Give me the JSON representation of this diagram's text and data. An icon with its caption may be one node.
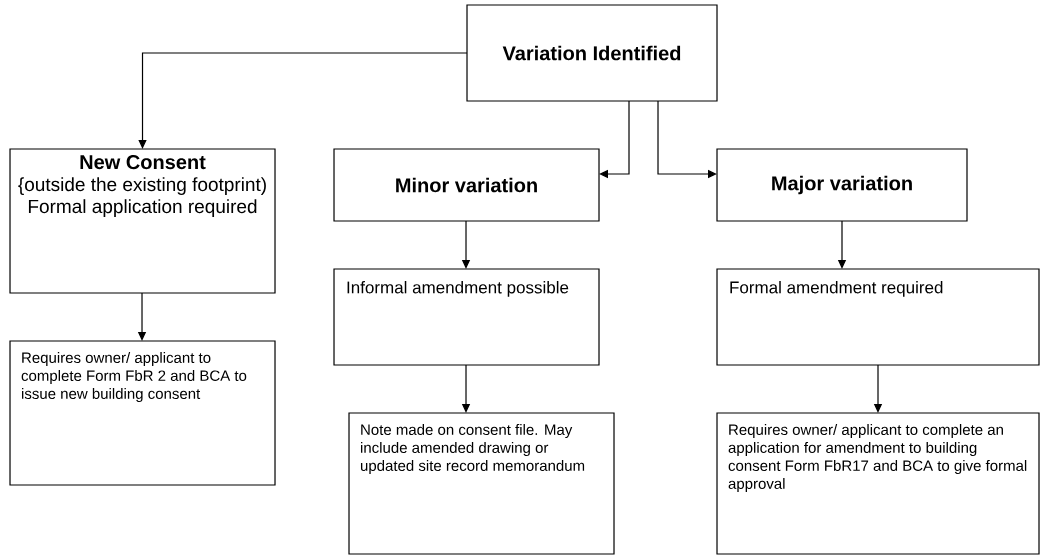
{
  "diagram": {
    "nodes": [
      {
        "text": [
          "Variation Identified"
        ]
      },
      {
        "text": [
          "New Consent",
          "{outside the existing footprint) Formal application required"
        ]
      },
      {
        "text": [
          "Minor variation"
        ]
      },
      {
        "text": [
          "Major variation"
        ]
      },
      {
        "text": [
          "Informal amendment possible"
        ]
      },
      {
        "text": [
          "Formal amendment required"
        ]
      },
      {
        "text": [
          "Requires owner/ applicant to complete Form FbR 2 and BCA to issue new building consent"
        ]
      },
      {
        "text": [
          "Note made on consent file. May include amended drawing or updated site record memorandum"
        ]
      },
      {
        "text": [
          "Requires owner/ applicant to complete an application for amendment to building consent Form FbR17 and BCA to give formal approval"
        ]
      }
    ],
    "edges": [
      {
        "from": 0,
        "to": 1,
        "arrow": "to"
      },
      {
        "from": 0,
        "to": 2,
        "arrow": "to"
      },
      {
        "from": 0,
        "to": 3,
        "arrow": "to"
      },
      {
        "from": 1,
        "to": 6,
        "arrow": "to"
      },
      {
        "from": 2,
        "to": 4,
        "arrow": "to"
      },
      {
        "from": 3,
        "to": 5,
        "arrow": "to"
      },
      {
        "from": 4,
        "to": 7,
        "arrow": "to"
      },
      {
        "from": 5,
        "to": 8,
        "arrow": "to"
      }
    ]
  }
}
